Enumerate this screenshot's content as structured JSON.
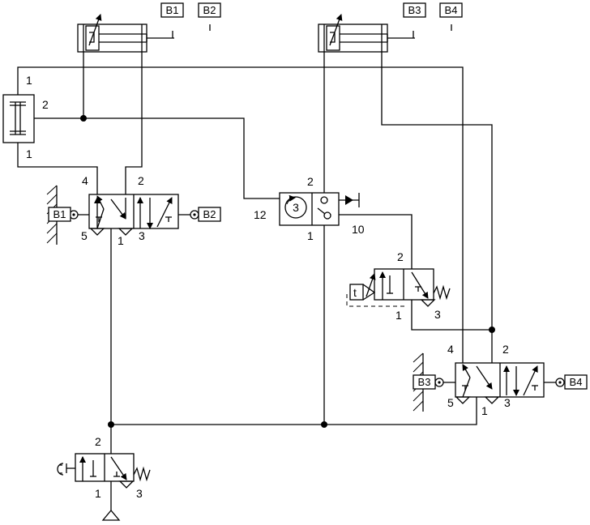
{
  "sensor_boxes": {
    "b1_top": "B1",
    "b2_top": "B2",
    "b3_top": "B3",
    "b4_top": "B4",
    "b1_valve": "B1",
    "b2_valve": "B2",
    "b3_valve": "B3",
    "b4_valve": "B4"
  },
  "twin_pressure_valve": {
    "port_top": "1",
    "port_right": "2",
    "port_bottom": "1"
  },
  "valve_left_5_2": {
    "port_4": "4",
    "port_2": "2",
    "port_5": "5",
    "port_1": "1",
    "port_3": "3"
  },
  "counter_valve": {
    "port_2": "2",
    "port_12": "12",
    "port_10": "10",
    "port_1": "1",
    "count": "3"
  },
  "timer_valve": {
    "port_2": "2",
    "port_1": "1",
    "port_3": "3",
    "timer_symbol": "t"
  },
  "valve_right_5_2": {
    "port_4": "4",
    "port_2": "2",
    "port_5": "5",
    "port_1": "1",
    "port_3": "3"
  },
  "start_valve": {
    "port_2": "2",
    "port_1": "1",
    "port_3": "3"
  }
}
